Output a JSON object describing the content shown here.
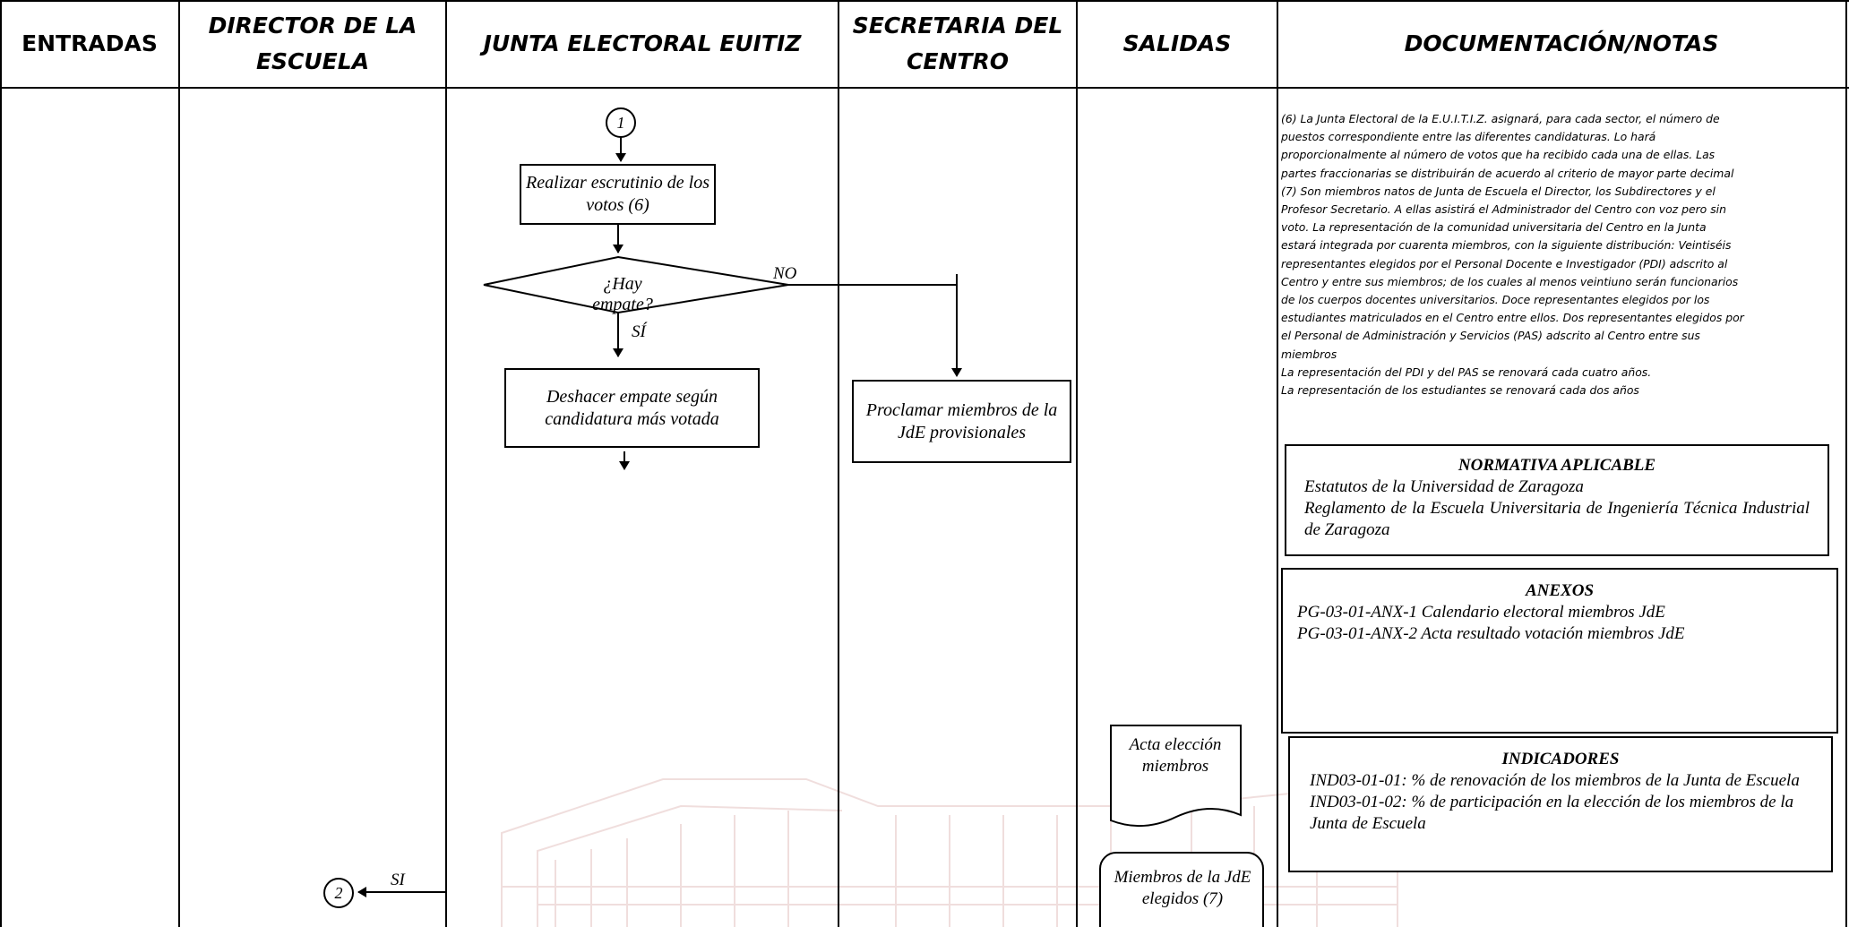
{
  "headers": {
    "entradas": "ENTRADAS",
    "director": "DIRECTOR DE LA ESCUELA",
    "junta": "JUNTA ELECTORAL EUITIZ",
    "secretaria": "SECRETARIA DEL CENTRO",
    "salidas": "SALIDAS",
    "documentacion": "DOCUMENTACIÓN/NOTAS"
  },
  "flow": {
    "connector_top": "1",
    "escrutinio": "Realizar escrutinio de los votos (6)",
    "decision": "¿Hay empate?",
    "no_label": "NO",
    "si_label": "SÍ",
    "deshacer": "Deshacer empate según candidatura más votada",
    "proclamar": "Proclamar miembros de la JdE provisionales",
    "acta": "Acta elección miembros",
    "miembros": "Miembros de la JdE elegidos (7)",
    "connector_bottom": "2",
    "si_bottom": "SI"
  },
  "notes": {
    "lines": [
      " (6) La Junta Electoral de la E.U.I.T.I.Z. asignará, para cada sector, el número de",
      "puestos correspondiente entre las diferentes candidaturas. Lo hará",
      "proporcionalmente al número de votos que ha recibido cada una de ellas. Las",
      "partes fraccionarias se distribuirán de acuerdo al criterio de mayor parte decimal",
      "(7) Son miembros natos de Junta de Escuela el Director, los Subdirectores y el",
      "Profesor Secretario. A ellas asistirá el Administrador del Centro con voz pero sin",
      "voto. La representación de la comunidad universitaria del Centro en la Junta",
      "estará integrada por cuarenta miembros, con la siguiente distribución: Veintiséis",
      "representantes elegidos por el Personal Docente e Investigador (PDI) adscrito al",
      "Centro y entre sus miembros; de los cuales al menos veintiuno serán funcionarios",
      "de los cuerpos docentes universitarios. Doce representantes elegidos por los",
      "estudiantes matriculados en el Centro entre ellos. Dos representantes elegidos por",
      "el Personal de Administración y Servicios (PAS) adscrito al Centro entre sus",
      "miembros",
      "La representación del PDI y del PAS se renovará cada cuatro años.",
      "La representación de los estudiantes se renovará cada dos años"
    ]
  },
  "normativa": {
    "title": "NORMATIVA APLICABLE",
    "items": [
      "Estatutos de la Universidad de Zaragoza",
      "Reglamento de la Escuela Universitaria de Ingeniería Técnica Industrial de Zaragoza"
    ]
  },
  "anexos": {
    "title": "ANEXOS",
    "items": [
      "PG-03-01-ANX-1 Calendario electoral miembros JdE",
      "PG-03-01-ANX-2 Acta resultado votación miembros JdE"
    ]
  },
  "indicadores": {
    "title": "INDICADORES",
    "items": [
      "IND03-01-01: % de renovación  de los miembros de la Junta de Escuela",
      "IND03-01-02: % de participación en la elección de los miembros de la Junta de Escuela"
    ]
  }
}
